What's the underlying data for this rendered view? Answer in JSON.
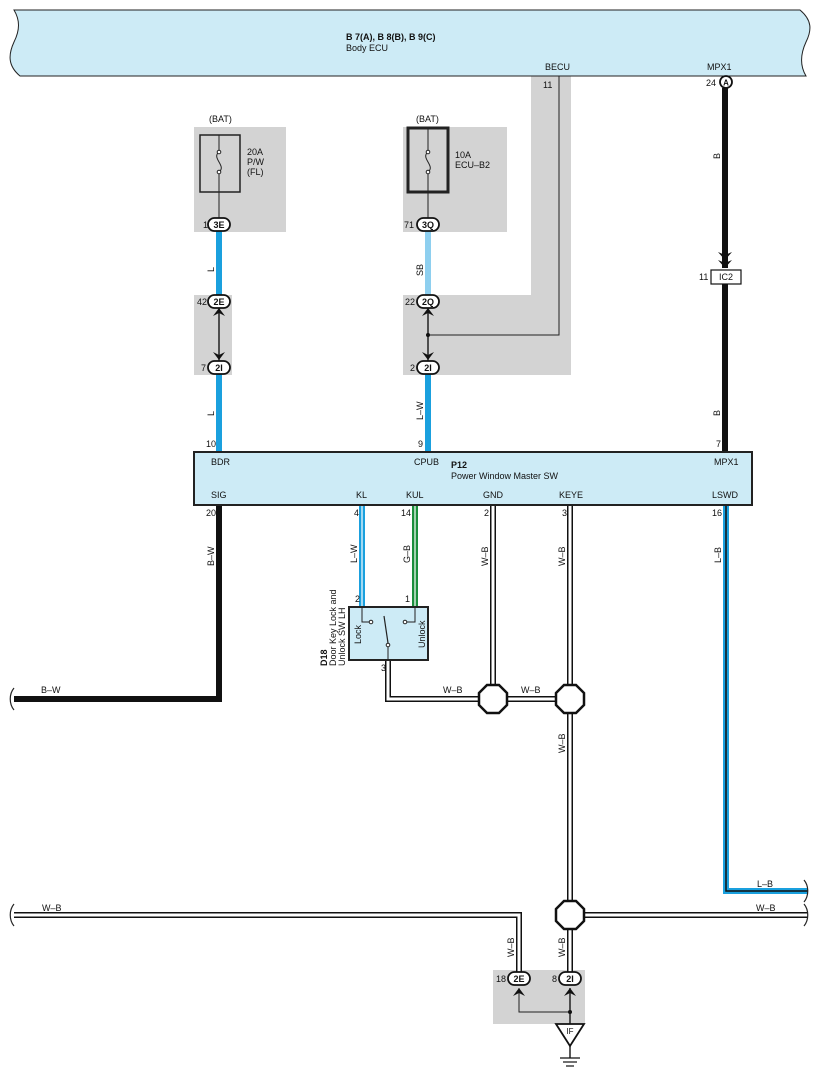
{
  "body_ecu": {
    "connectors": "B 7(A), B 8(B), B 9(C)",
    "name": "Body ECU",
    "pin_becu_label": "BECU",
    "pin_becu_num": "11",
    "pin_mpx1_label": "MPX1",
    "pin_mpx1_num": "24",
    "pin_mpx1_conn": "A"
  },
  "fuse_pw": {
    "source": "(BAT)",
    "rating": "20A",
    "name1": "P/W",
    "name2": "(FL)",
    "pin": "1",
    "conn": "3E"
  },
  "fuse_ecu": {
    "source": "(BAT)",
    "rating": "10A",
    "name": "ECU–B2",
    "pin": "71",
    "conn": "3Q"
  },
  "wire_labels": {
    "l1": "L",
    "l2": "L",
    "sb": "SB",
    "lw_top": "L–W",
    "b1": "B",
    "b2": "B",
    "bw_vert": "B–W",
    "lw_kl": "L–W",
    "gb": "G–B",
    "wb_gnd": "W–B",
    "wb_keye": "W–B",
    "lb_vert": "L–B",
    "bw_horiz": "B–W",
    "wb_h1": "W–B",
    "wb_h2": "W–B",
    "wb_keye_low": "W–B",
    "lb_horiz": "L–B",
    "wb_bottom_left": "W–B",
    "wb_bottom_right": "W–B",
    "wb_2e": "W–B",
    "wb_2i": "W–B"
  },
  "jc_2e_top": {
    "pin": "42",
    "conn": "2E"
  },
  "jc_2i_left": {
    "pin": "7",
    "conn": "2I"
  },
  "jc_2q": {
    "pin": "22",
    "conn": "2Q"
  },
  "jc_2i_mid": {
    "pin": "2",
    "conn": "2I"
  },
  "ic2": {
    "pin": "11",
    "conn": "IC2"
  },
  "master_sw": {
    "id": "P12",
    "name": "Power Window Master SW",
    "top_pins": [
      {
        "label": "BDR",
        "num": "10"
      },
      {
        "label": "CPUB",
        "num": "9"
      },
      {
        "label": "MPX1",
        "num": "7"
      }
    ],
    "bottom_pins": [
      {
        "label": "SIG",
        "num": "20"
      },
      {
        "label": "KL",
        "num": "4"
      },
      {
        "label": "KUL",
        "num": "14"
      },
      {
        "label": "GND",
        "num": "2"
      },
      {
        "label": "KEYE",
        "num": "3"
      },
      {
        "label": "LSWD",
        "num": "16"
      }
    ]
  },
  "door_switch": {
    "id": "D18",
    "line1": "Door Key Lock and",
    "line2": "Unlock SW LH",
    "lock": "Lock",
    "unlock": "Unlock",
    "pin_lock": "2",
    "pin_unlock": "1",
    "pin_common": "3"
  },
  "bottom_jc": {
    "left_pin": "18",
    "left_conn": "2E",
    "right_pin": "8",
    "right_conn": "2I"
  },
  "ground": {
    "label": "IF"
  },
  "colors": {
    "blue": "#1aa0de",
    "light_blue": "#8ecfef",
    "green": "#1b8f3c",
    "ecu_fill": "#cdebf6",
    "shade": "#d3d3d3"
  }
}
